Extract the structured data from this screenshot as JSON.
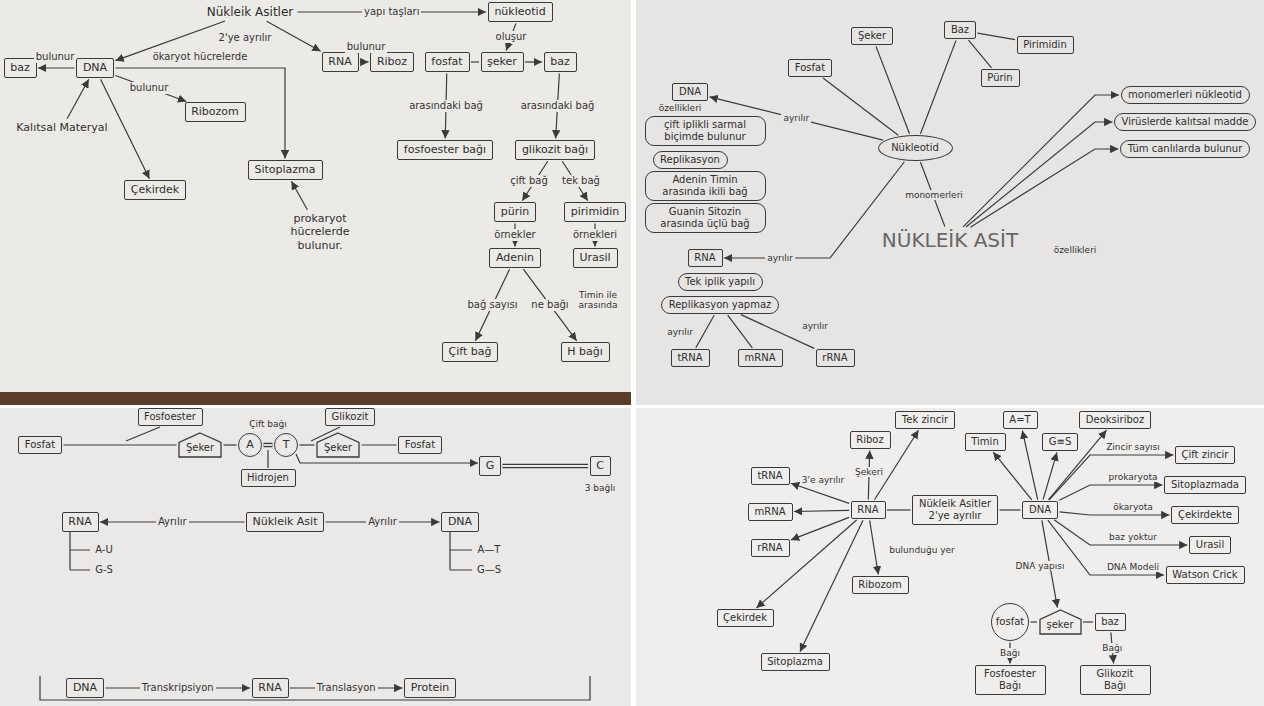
{
  "diagram": {
    "nodes": [
      {
        "text": [
          "Nükleik Asitler"
        ]
      },
      {
        "text": [
          "nükleotid"
        ]
      },
      {
        "text": [
          "DNA"
        ]
      },
      {
        "text": [
          "baz"
        ]
      },
      {
        "text": [
          "Kalıtsal Materyal"
        ]
      },
      {
        "text": [
          "Ribozom"
        ]
      },
      {
        "text": [
          "Çekirdek"
        ]
      },
      {
        "text": [
          "Sitoplazma"
        ]
      },
      {
        "text": [
          "prokaryot hücrelerde bulunur."
        ]
      },
      {
        "text": [
          "RNA"
        ]
      },
      {
        "text": [
          "Riboz"
        ]
      },
      {
        "text": [
          "fosfat"
        ]
      },
      {
        "text": [
          "şeker"
        ]
      },
      {
        "text": [
          "baz"
        ]
      },
      {
        "text": [
          "fosfoester bağı"
        ]
      },
      {
        "text": [
          "glikozit bağı"
        ]
      },
      {
        "text": [
          "pürin"
        ]
      },
      {
        "text": [
          "pirimidin"
        ]
      },
      {
        "text": [
          "Adenin"
        ]
      },
      {
        "text": [
          "Urasil"
        ]
      },
      {
        "text": [
          "Çift bağ"
        ]
      },
      {
        "text": [
          "H bağı"
        ]
      },
      {
        "text": [
          "DNA"
        ]
      },
      {
        "text": [
          "çift iplikli sarmal biçimde bulunur"
        ]
      },
      {
        "text": [
          "Replikasyon"
        ]
      },
      {
        "text": [
          "Adenin Timin arasında ikili bağ"
        ]
      },
      {
        "text": [
          "Guanin Sitozin arasında üçlü bağ"
        ]
      },
      {
        "text": [
          "Nükleotid"
        ]
      },
      {
        "text": [
          "Fosfat"
        ]
      },
      {
        "text": [
          "Şeker"
        ]
      },
      {
        "text": [
          "Baz"
        ]
      },
      {
        "text": [
          "Pürin"
        ]
      },
      {
        "text": [
          "Pirimidin"
        ]
      },
      {
        "text": [
          "RNA"
        ]
      },
      {
        "text": [
          "Tek iplik yapılı"
        ]
      },
      {
        "text": [
          "Replikasyon yapmaz"
        ]
      },
      {
        "text": [
          "tRNA"
        ]
      },
      {
        "text": [
          "mRNA"
        ]
      },
      {
        "text": [
          "rRNA"
        ]
      },
      {
        "text": [
          "monomerleri nükleotid"
        ]
      },
      {
        "text": [
          "Virüslerde kalıtsal madde"
        ]
      },
      {
        "text": [
          "Tüm canlılarda bulunur"
        ]
      },
      {
        "text": [
          "NÜKLEİK ASİT"
        ]
      },
      {
        "text": [
          "Fosfat"
        ]
      },
      {
        "text": [
          "Şeker"
        ]
      },
      {
        "text": [
          "A"
        ]
      },
      {
        "text": [
          "T"
        ]
      },
      {
        "text": [
          "Şeker"
        ]
      },
      {
        "text": [
          "Fosfat"
        ]
      },
      {
        "text": [
          "Fosfoester"
        ]
      },
      {
        "text": [
          "Glikozit"
        ]
      },
      {
        "text": [
          "Hidrojen"
        ]
      },
      {
        "text": [
          "G"
        ]
      },
      {
        "text": [
          "C"
        ]
      },
      {
        "text": [
          "RNA"
        ]
      },
      {
        "text": [
          "Nükleik Asit"
        ]
      },
      {
        "text": [
          "DNA"
        ]
      },
      {
        "text": [
          "DNA"
        ]
      },
      {
        "text": [
          "RNA"
        ]
      },
      {
        "text": [
          "Protein"
        ]
      },
      {
        "text": [
          "Nükleik Asitler",
          "2'ye ayrılır"
        ]
      },
      {
        "text": [
          "RNA"
        ]
      },
      {
        "text": [
          "DNA"
        ]
      },
      {
        "text": [
          "tRNA"
        ]
      },
      {
        "text": [
          "mRNA"
        ]
      },
      {
        "text": [
          "rRNA"
        ]
      },
      {
        "text": [
          "Çekirdek"
        ]
      },
      {
        "text": [
          "Sitoplazma"
        ]
      },
      {
        "text": [
          "Ribozom"
        ]
      },
      {
        "text": [
          "Riboz"
        ]
      },
      {
        "text": [
          "Tek zincir"
        ]
      },
      {
        "text": [
          "Timin"
        ]
      },
      {
        "text": [
          "A=T"
        ]
      },
      {
        "text": [
          "G≡S"
        ]
      },
      {
        "text": [
          "Deoksiriboz"
        ]
      },
      {
        "text": [
          "Çift zincir"
        ]
      },
      {
        "text": [
          "Sitoplazmada"
        ]
      },
      {
        "text": [
          "Çekirdekte"
        ]
      },
      {
        "text": [
          "Urasil"
        ]
      },
      {
        "text": [
          "Watson Crick"
        ]
      },
      {
        "text": [
          "fosfat"
        ]
      },
      {
        "text": [
          "şeker"
        ]
      },
      {
        "text": [
          "baz"
        ]
      },
      {
        "text": [
          "Fosfoester Bağı"
        ]
      },
      {
        "text": [
          "Glikozit Bağı"
        ]
      }
    ],
    "edges": [
      {
        "from": 0,
        "to": 1,
        "arrow": "to",
        "label": "yapı taşları"
      },
      {
        "from": 1,
        "to": 12,
        "arrow": "to",
        "label": "oluşur"
      },
      {
        "from": 0,
        "to": 2,
        "arrow": "to"
      },
      {
        "from": 0,
        "to": 9,
        "arrow": "to"
      },
      {
        "from": 2,
        "to": 3,
        "arrow": "to",
        "label": "bulunur"
      },
      {
        "from": 4,
        "to": 2,
        "arrow": "to"
      },
      {
        "from": 2,
        "to": 5,
        "arrow": "to",
        "label": "bulunur"
      },
      {
        "from": 2,
        "to": 6,
        "arrow": "to"
      },
      {
        "from": 2,
        "to": 7,
        "arrow": "to"
      },
      {
        "from": 8,
        "to": 7,
        "arrow": "to"
      },
      {
        "from": 9,
        "to": 10,
        "arrow": "to",
        "label": "bulunur"
      },
      {
        "from": 11,
        "to": 12,
        "arrow": "none"
      },
      {
        "from": 12,
        "to": 13,
        "arrow": "to"
      },
      {
        "from": 11,
        "to": 14,
        "arrow": "to",
        "label": "arasındaki bağ"
      },
      {
        "from": 13,
        "to": 15,
        "arrow": "to",
        "label": "arasındaki bağ"
      },
      {
        "from": 15,
        "to": 16,
        "arrow": "to",
        "label": "çift bağ"
      },
      {
        "from": 15,
        "to": 17,
        "arrow": "to",
        "label": "tek bağ"
      },
      {
        "from": 16,
        "to": 18,
        "arrow": "to",
        "label": "örnekler"
      },
      {
        "from": 17,
        "to": 19,
        "arrow": "to",
        "label": "örnekleri"
      },
      {
        "from": 18,
        "to": 20,
        "arrow": "to",
        "label": "bağ sayısı"
      },
      {
        "from": 18,
        "to": 21,
        "arrow": "to",
        "label": "ne bağı"
      },
      {
        "from": 27,
        "to": 22,
        "arrow": "to",
        "label": "ayrılır"
      },
      {
        "from": 27,
        "to": 33,
        "arrow": "to",
        "label": "ayrılır"
      },
      {
        "from": 27,
        "to": 28,
        "arrow": "none"
      },
      {
        "from": 27,
        "to": 29,
        "arrow": "none"
      },
      {
        "from": 27,
        "to": 30,
        "arrow": "none"
      },
      {
        "from": 30,
        "to": 31,
        "arrow": "none"
      },
      {
        "from": 30,
        "to": 32,
        "arrow": "none"
      },
      {
        "from": 35,
        "to": 36,
        "arrow": "none",
        "label": "ayrılır"
      },
      {
        "from": 35,
        "to": 37,
        "arrow": "none"
      },
      {
        "from": 35,
        "to": 38,
        "arrow": "none",
        "label": "ayrılır"
      },
      {
        "from": 42,
        "to": 27,
        "arrow": "none",
        "label": "monomerleri"
      },
      {
        "from": 42,
        "to": 39,
        "arrow": "to",
        "label": "özellikleri"
      },
      {
        "from": 42,
        "to": 40,
        "arrow": "to"
      },
      {
        "from": 42,
        "to": 41,
        "arrow": "to"
      },
      {
        "from": 43,
        "to": 44,
        "arrow": "none"
      },
      {
        "from": 44,
        "to": 45,
        "arrow": "none"
      },
      {
        "from": 45,
        "to": 46,
        "arrow": "none"
      },
      {
        "from": 46,
        "to": 47,
        "arrow": "none"
      },
      {
        "from": 47,
        "to": 48,
        "arrow": "none"
      },
      {
        "from": 52,
        "to": 53,
        "arrow": "none"
      },
      {
        "from": 55,
        "to": 54,
        "arrow": "to",
        "label": "Ayrılır"
      },
      {
        "from": 55,
        "to": 56,
        "arrow": "to",
        "label": "Ayrılır"
      },
      {
        "from": 57,
        "to": 58,
        "arrow": "to",
        "label": "Transkripsiyon"
      },
      {
        "from": 58,
        "to": 59,
        "arrow": "to",
        "label": "Translasyon"
      },
      {
        "from": 60,
        "to": 61,
        "arrow": "none"
      },
      {
        "from": 60,
        "to": 62,
        "arrow": "none"
      },
      {
        "from": 61,
        "to": 63,
        "arrow": "to",
        "label": "3'e ayrılır"
      },
      {
        "from": 61,
        "to": 64,
        "arrow": "to"
      },
      {
        "from": 61,
        "to": 65,
        "arrow": "to"
      },
      {
        "from": 61,
        "to": 66,
        "arrow": "to"
      },
      {
        "from": 61,
        "to": 67,
        "arrow": "to"
      },
      {
        "from": 61,
        "to": 68,
        "arrow": "to",
        "label": "bulunduğu yer"
      },
      {
        "from": 61,
        "to": 69,
        "arrow": "to",
        "label": "Şekeri"
      },
      {
        "from": 61,
        "to": 70,
        "arrow": "to"
      },
      {
        "from": 62,
        "to": 71,
        "arrow": "to"
      },
      {
        "from": 62,
        "to": 72,
        "arrow": "to"
      },
      {
        "from": 62,
        "to": 73,
        "arrow": "to"
      },
      {
        "from": 62,
        "to": 74,
        "arrow": "to"
      },
      {
        "from": 62,
        "to": 75,
        "arrow": "to",
        "label": "Zincir sayısı"
      },
      {
        "from": 62,
        "to": 76,
        "arrow": "to",
        "label": "prokaryota"
      },
      {
        "from": 62,
        "to": 77,
        "arrow": "to",
        "label": "ökaryota"
      },
      {
        "from": 62,
        "to": 78,
        "arrow": "to",
        "label": "baz yoktur"
      },
      {
        "from": 62,
        "to": 79,
        "arrow": "to",
        "label": "DNA Modeli"
      },
      {
        "from": 62,
        "to": 81,
        "arrow": "to",
        "label": "DNA yapısı"
      },
      {
        "from": 80,
        "to": 81,
        "arrow": "none"
      },
      {
        "from": 81,
        "to": 82,
        "arrow": "none"
      },
      {
        "from": 80,
        "to": 83,
        "arrow": "to",
        "label": "Bağı"
      },
      {
        "from": 82,
        "to": 84,
        "arrow": "to",
        "label": "Bağı"
      }
    ],
    "labels": [
      "2'ye ayrılır",
      "ökaryot hücrelerde",
      "Timin ile arasında",
      "özellikleri",
      "Çift bağı",
      "3 bağlı",
      "A-U",
      "G-S",
      "A—T",
      "G—S"
    ]
  }
}
